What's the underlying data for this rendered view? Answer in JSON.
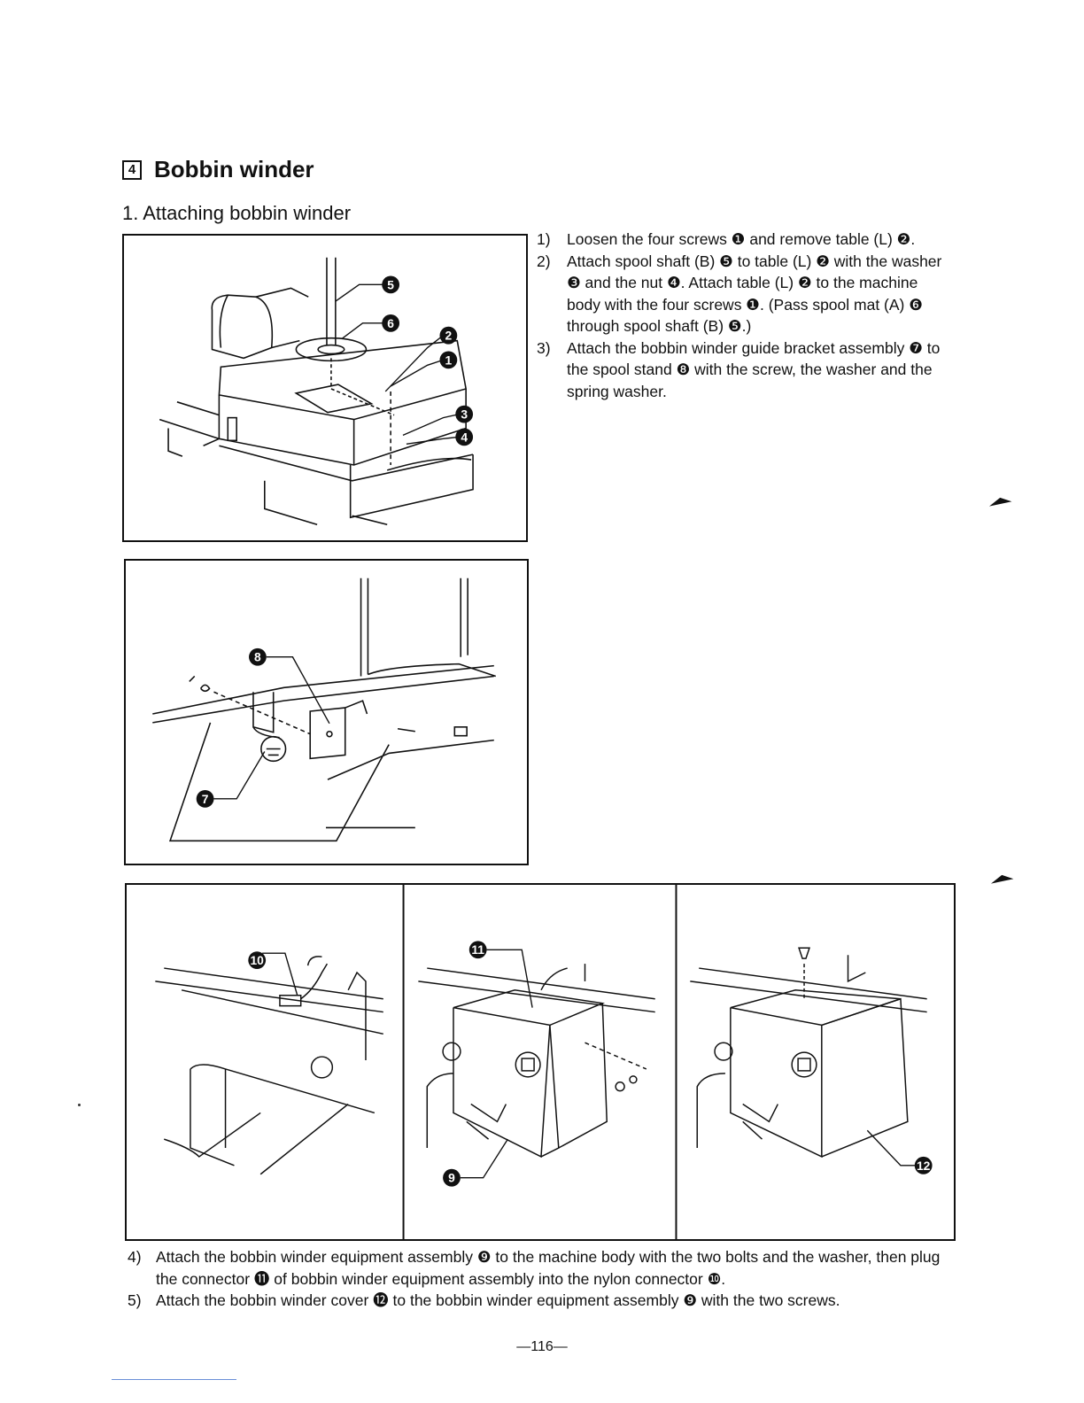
{
  "section": {
    "number": "4",
    "title": "Bobbin winder"
  },
  "subsection": {
    "title": "1. Attaching bobbin winder"
  },
  "steps_right": [
    {
      "num": "1)",
      "text": "Loosen the four screws ❶ and remove table (L) ❷."
    },
    {
      "num": "2)",
      "text": "Attach spool shaft (B) ❺ to table (L) ❷ with the washer ❸ and the nut ❹. Attach table (L) ❷ to the machine body with the four screws ❶. (Pass spool mat (A) ❻ through spool shaft (B) ❺.)"
    },
    {
      "num": "3)",
      "text": "Attach the bobbin winder guide bracket assembly ❼ to the spool stand ❽ with the screw, the washer and the spring washer."
    }
  ],
  "steps_bottom": [
    {
      "num": "4)",
      "text": "Attach the bobbin winder equipment assembly ❾ to the machine body with the two bolts and the washer, then plug the connector ⓫ of bobbin winder equipment assembly into the nylon connector ❿."
    },
    {
      "num": "5)",
      "text": "Attach the bobbin winder cover ⓬ to the bobbin winder equipment assembly ❾ with the two screws."
    }
  ],
  "callouts": {
    "c1": "1",
    "c2": "2",
    "c3": "3",
    "c4": "4",
    "c5": "5",
    "c6": "6",
    "c7": "7",
    "c8": "8",
    "c9": "9",
    "c10": "10",
    "c11": "11",
    "c12": "12"
  },
  "page_number": "—116—"
}
